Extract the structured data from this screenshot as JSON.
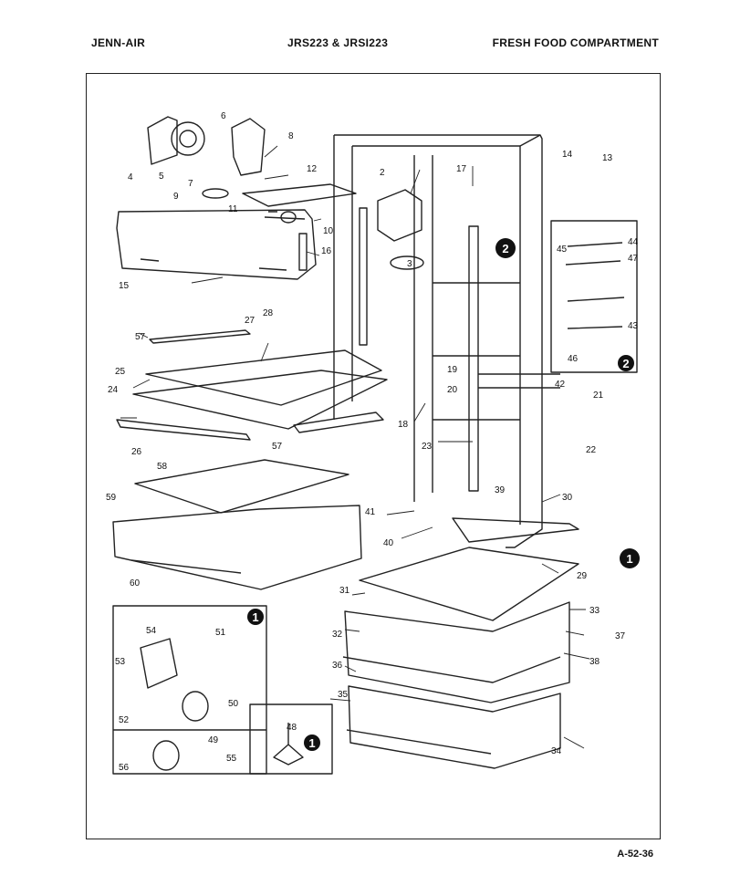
{
  "header": {
    "brand": "JENN-AIR",
    "model": "JRS223 & JRSI223",
    "section": "FRESH FOOD COMPARTMENT"
  },
  "footer": {
    "page_code": "A-52-36"
  },
  "part_labels": [
    "2",
    "3",
    "4",
    "5",
    "6",
    "7",
    "8",
    "9",
    "10",
    "11",
    "12",
    "13",
    "14",
    "15",
    "16",
    "17",
    "18",
    "19",
    "20",
    "21",
    "22",
    "23",
    "24",
    "25",
    "26",
    "27",
    "28",
    "29",
    "30",
    "31",
    "32",
    "33",
    "34",
    "35",
    "36",
    "37",
    "38",
    "39",
    "40",
    "41",
    "42",
    "43",
    "44",
    "45",
    "46",
    "47",
    "48",
    "49",
    "50",
    "51",
    "52",
    "53",
    "54",
    "55",
    "56",
    "57",
    "58",
    "59",
    "60"
  ],
  "callouts": [
    "1",
    "2"
  ]
}
